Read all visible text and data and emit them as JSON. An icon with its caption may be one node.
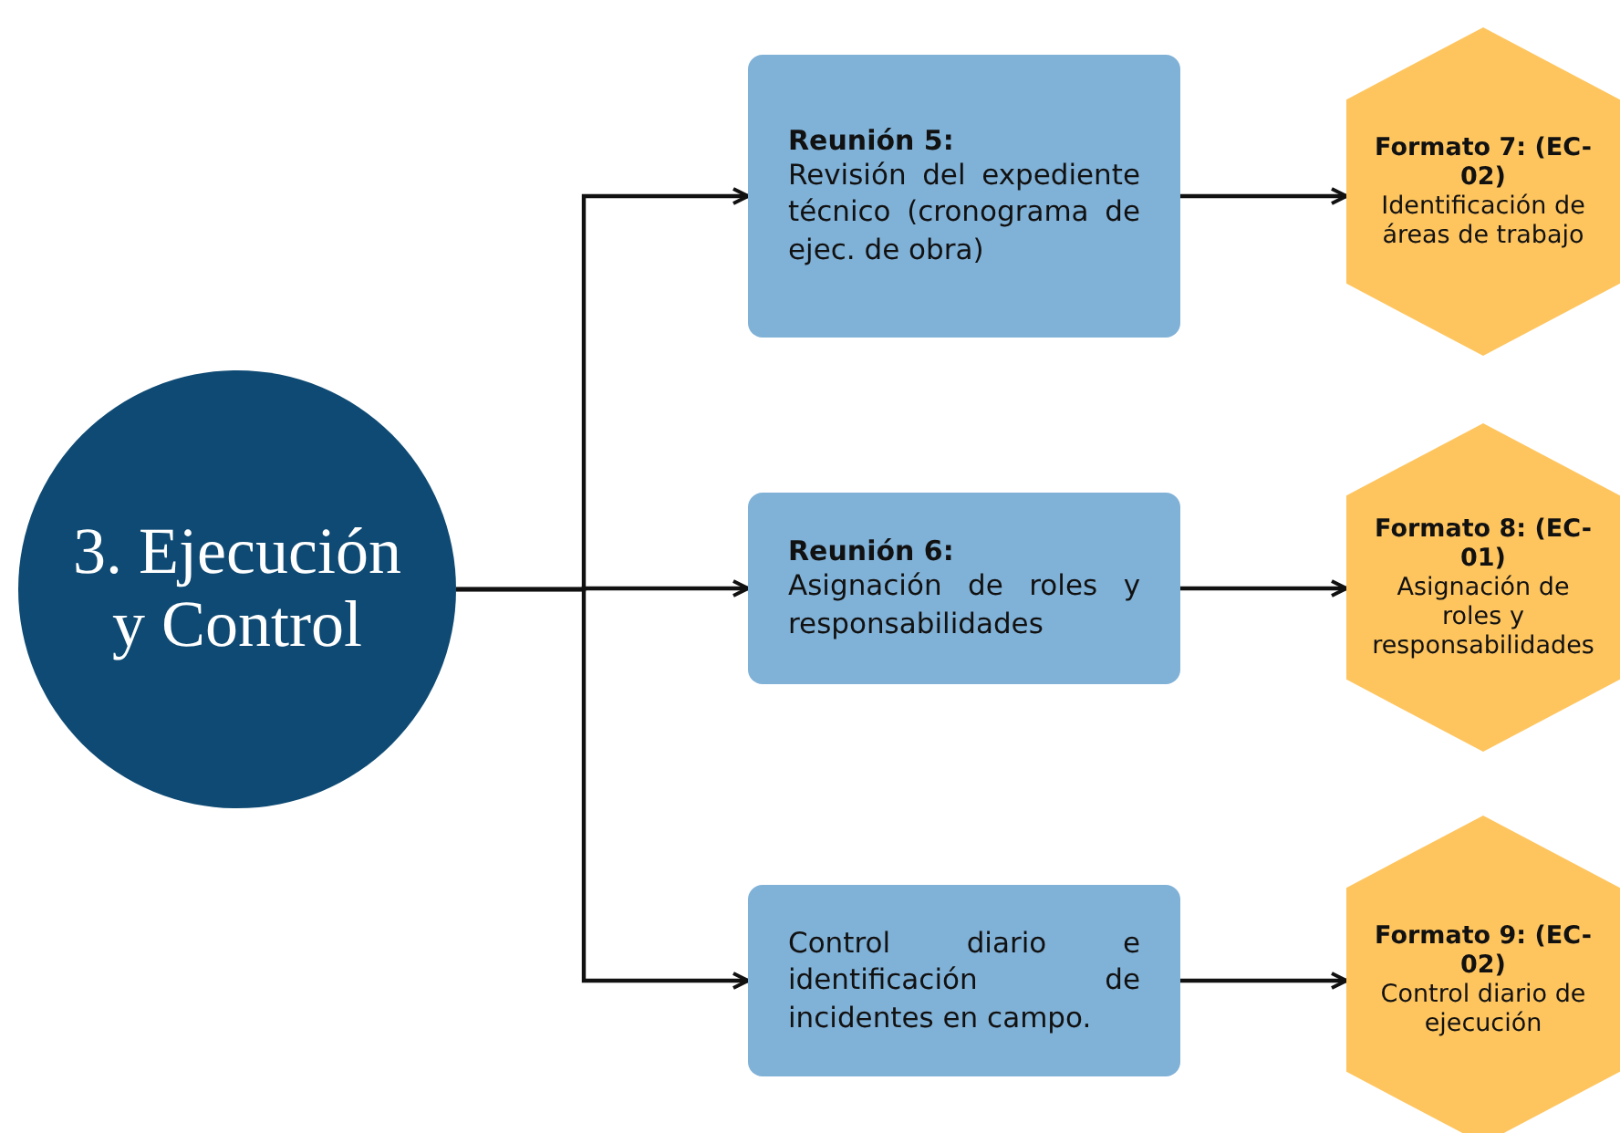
{
  "diagram": {
    "nodes": [
      {
        "text": [
          "3. Ejecución y Control"
        ]
      },
      {
        "text": [
          "Reunión 5:",
          "Revisión del expediente técnico (cronograma de ejec. de obra)"
        ]
      },
      {
        "text": [
          "Formato 7: (EC-02)",
          "Identificación de áreas de trabajo"
        ]
      },
      {
        "text": [
          "Reunión 6:",
          "Asignación de roles y responsabilidades"
        ]
      },
      {
        "text": [
          "Formato 8: (EC-01)",
          "Asignación de roles y responsabilidades"
        ]
      },
      {
        "text": [
          "Control diario e identificación de incidentes en campo."
        ]
      },
      {
        "text": [
          "Formato 9: (EC-02)",
          "Control diario de ejecución"
        ]
      }
    ],
    "edges": [
      {
        "from": 0,
        "to": 1,
        "arrow": "to"
      },
      {
        "from": 0,
        "to": 3,
        "arrow": "to"
      },
      {
        "from": 0,
        "to": 5,
        "arrow": "to"
      },
      {
        "from": 1,
        "to": 2,
        "arrow": "to"
      },
      {
        "from": 3,
        "to": 4,
        "arrow": "to"
      },
      {
        "from": 5,
        "to": 6,
        "arrow": "to"
      }
    ]
  }
}
